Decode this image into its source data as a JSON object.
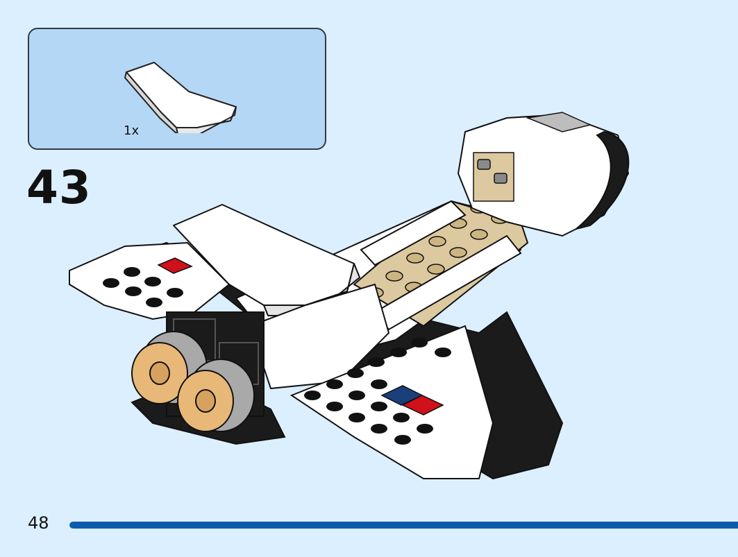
{
  "parts_callout": {
    "quantity": "1x",
    "part_icon": "wing-plate-icon",
    "box_color": "#b5d7f6"
  },
  "step": {
    "number": "43"
  },
  "page": {
    "number": "48",
    "progress_fraction": 1.0,
    "progress_color": "#0b5cad"
  },
  "model": {
    "icon": "space-shuttle-model-icon"
  },
  "colors": {
    "background": "#dcefff",
    "brick_white": "#ffffff",
    "brick_black": "#1b1b1b",
    "brick_tan": "#dcc9a0",
    "brick_red": "#d0101b",
    "brick_blue": "#1a3f7a",
    "nozzle_gold": "#e8b878",
    "nozzle_gray": "#a9a9a9"
  }
}
